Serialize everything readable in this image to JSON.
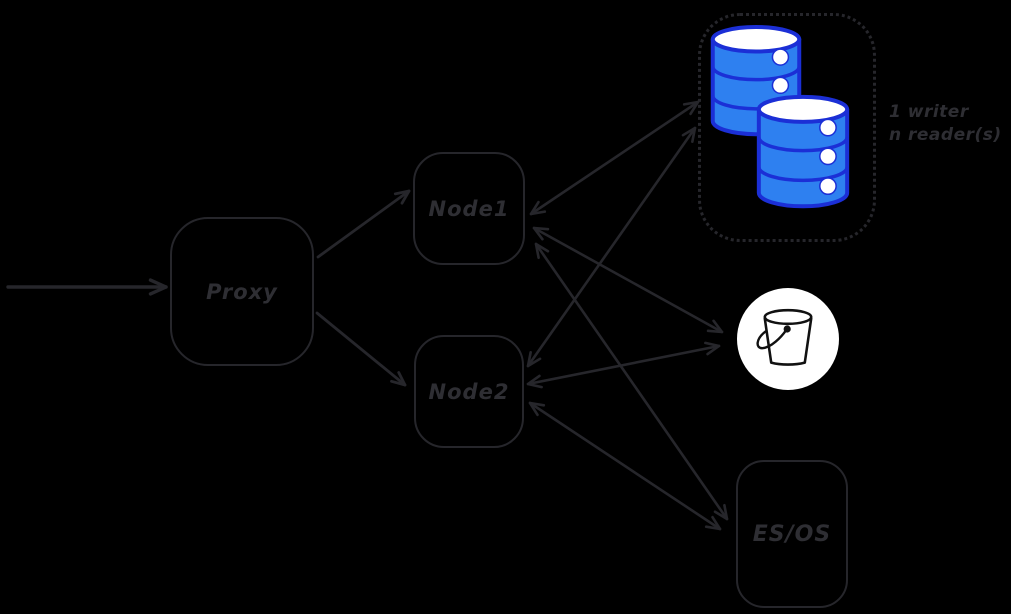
{
  "diagram": {
    "title": "proxy-nodes-storage-architecture",
    "colors": {
      "background": "#000000",
      "stroke": "#26262b",
      "text": "#2e2e33",
      "db_fill": "#2e80f0",
      "db_stroke": "#1b2fd6",
      "db_detail": "#ffffff",
      "bucket_bg": "#ffffff",
      "bucket_stroke": "#111111"
    },
    "nodes": {
      "proxy": {
        "label": "Proxy",
        "shape": "rounded-box"
      },
      "node1": {
        "label": "Node1",
        "shape": "rounded-box"
      },
      "node2": {
        "label": "Node2",
        "shape": "rounded-box"
      },
      "db_cluster": {
        "label": "",
        "shape": "dotted-group",
        "icon": "database-cylinders-x2",
        "annotation": [
          "1 writer",
          "n reader(s)"
        ]
      },
      "bucket": {
        "label": "",
        "shape": "circle",
        "icon": "bucket"
      },
      "esos": {
        "label": "ES/OS",
        "shape": "rounded-box"
      }
    },
    "edges": [
      {
        "id": "ingress-proxy",
        "from": "external",
        "to": "proxy",
        "bidirectional": false
      },
      {
        "id": "proxy-node1",
        "from": "proxy",
        "to": "node1",
        "bidirectional": false
      },
      {
        "id": "proxy-node2",
        "from": "proxy",
        "to": "node2",
        "bidirectional": false
      },
      {
        "id": "node1-db",
        "from": "node1",
        "to": "db_cluster",
        "bidirectional": true
      },
      {
        "id": "node2-db",
        "from": "node2",
        "to": "db_cluster",
        "bidirectional": true
      },
      {
        "id": "node1-bucket",
        "from": "node1",
        "to": "bucket",
        "bidirectional": true
      },
      {
        "id": "node2-bucket",
        "from": "node2",
        "to": "bucket",
        "bidirectional": true
      },
      {
        "id": "node1-esos",
        "from": "node1",
        "to": "esos",
        "bidirectional": true
      },
      {
        "id": "node2-esos",
        "from": "node2",
        "to": "esos",
        "bidirectional": true
      }
    ]
  }
}
